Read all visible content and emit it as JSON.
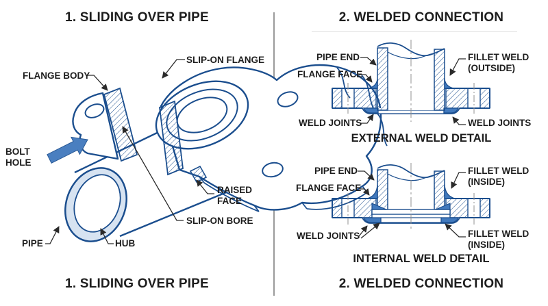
{
  "colors": {
    "navy": "#1b4e8e",
    "weld": "#4179bd",
    "arrow": "#4a7fc0",
    "ring": "#d7e3f1",
    "text": "#1d1d1d",
    "leader": "#2a2a2a",
    "cl": "#909090",
    "divider": "#9a9a9a"
  },
  "left_panel": {
    "title_top": "1. SLIDING OVER PIPE",
    "title_bottom": "1. SLIDING OVER PIPE",
    "labels": {
      "slip_on_flange": "SLIP-ON FLANGE",
      "flange_body": "FLANGE BODY",
      "bolt_hole_line1": "BOLT",
      "bolt_hole_line2": "HOLE",
      "raised_face_line1": "RAISED",
      "raised_face_line2": "FACE",
      "slip_on_bore": "SLIP-ON BORE",
      "pipe": "PIPE",
      "hub": "HUB"
    }
  },
  "right_panel": {
    "title_top": "2. WELDED CONNECTION",
    "title_bottom": "2. WELDED CONNECTION",
    "external": {
      "caption": "EXTERNAL WELD DETAIL",
      "pipe_end": "PIPE END",
      "flange_face": "FLANGE FACE",
      "fillet_weld_line1": "FILLET WELD",
      "fillet_weld_line2": "(OUTSIDE)",
      "weld_joints_left": "WELD JOINTS",
      "weld_joints_right": "WELD JOINTS"
    },
    "internal": {
      "caption": "INTERNAL WELD DETAIL",
      "pipe_end": "PIPE END",
      "flange_face": "FLANGE FACE",
      "fillet_weld_top_line1": "FILLET WELD",
      "fillet_weld_top_line2": "(INSIDE)",
      "weld_joints": "WELD JOINTS",
      "fillet_weld_bottom_line1": "FILLET WELD",
      "fillet_weld_bottom_line2": "(INSIDE)"
    }
  }
}
